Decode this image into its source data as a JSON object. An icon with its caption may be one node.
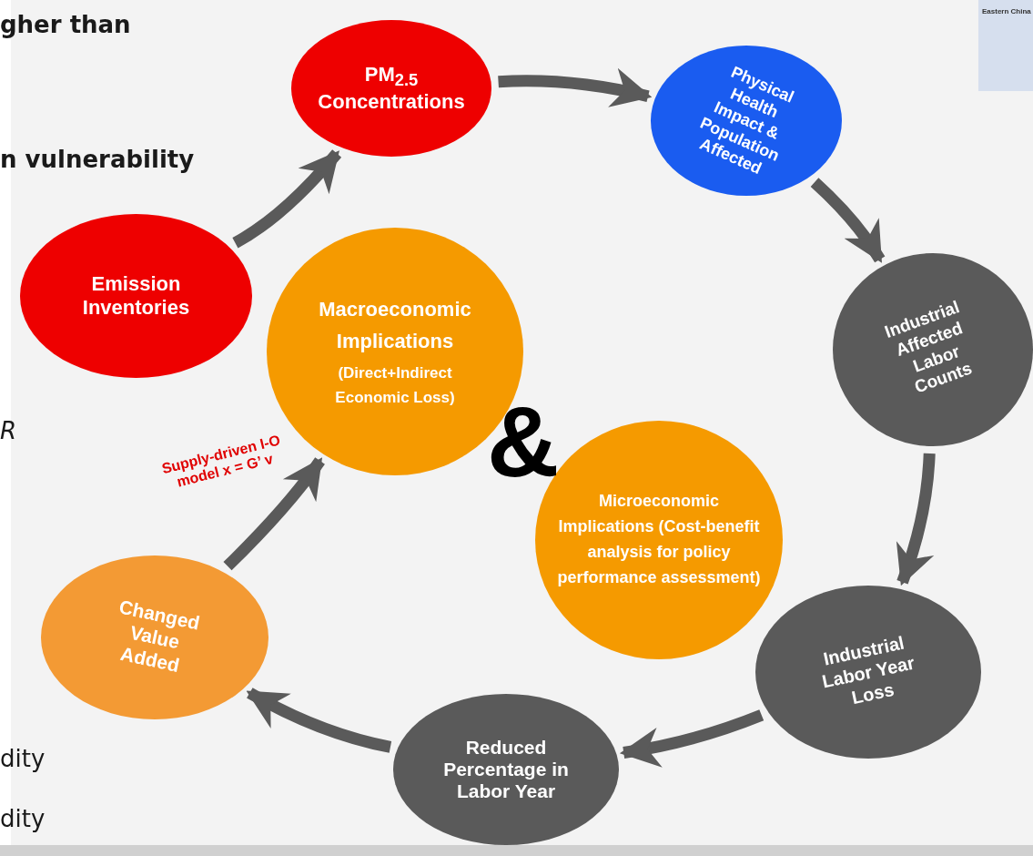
{
  "diagram": {
    "nodes": [
      {
        "text": [
          "PM$_{2.5}$ Concentrations"
        ]
      },
      {
        "text": [
          "Physical Health Impact & Population Affected"
        ]
      },
      {
        "text": [
          "Emission Inventories"
        ]
      },
      {
        "text": [
          "Macroeconomic Implications",
          "(Direct+Indirect Economic Loss)"
        ]
      },
      {
        "text": [
          "Industrial Affected Labor Counts"
        ]
      },
      {
        "text": [
          "Microeconomic Implications (Cost-benefit analysis for policy performance assessment)"
        ]
      },
      {
        "text": [
          "Changed Value Added"
        ]
      },
      {
        "text": [
          "Industrial Labor Year Loss"
        ]
      },
      {
        "text": [
          "Reduced Percentage in Labor Year"
        ]
      }
    ],
    "edges": [
      {
        "from": 2,
        "to": 0,
        "arrow": "to"
      },
      {
        "from": 0,
        "to": 1,
        "arrow": "to"
      },
      {
        "from": 1,
        "to": 4,
        "arrow": "to"
      },
      {
        "from": 4,
        "to": 7,
        "arrow": "to"
      },
      {
        "from": 7,
        "to": 8,
        "arrow": "to"
      },
      {
        "from": 8,
        "to": 6,
        "arrow": "to"
      },
      {
        "from": 6,
        "to": 3,
        "arrow": "to",
        "label": "Supply-driven I-O model x = G’ v"
      }
    ],
    "labels": [
      "gher than",
      "n vulnerability",
      "R",
      "&",
      "dity",
      "dity",
      "Eastern China"
    ]
  }
}
